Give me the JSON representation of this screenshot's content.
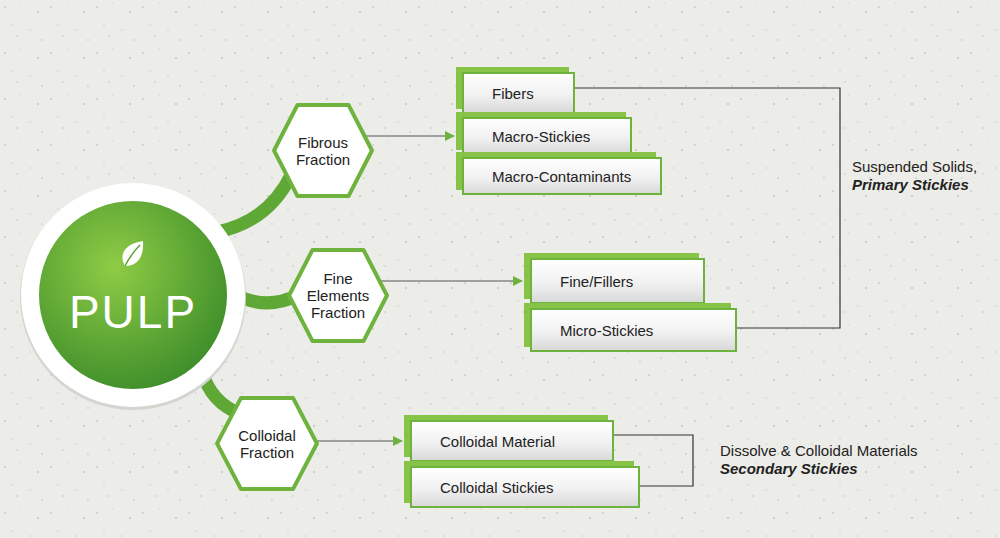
{
  "diagram": {
    "nodes": [
      {
        "text": [
          "PULP"
        ]
      },
      {
        "text": [
          "Fibrous Fraction"
        ]
      },
      {
        "text": [
          "Fibers"
        ]
      },
      {
        "text": [
          "Macro-Stickies"
        ]
      },
      {
        "text": [
          "Macro-Contaminants"
        ]
      },
      {
        "text": [
          "Fine Elements Fraction"
        ]
      },
      {
        "text": [
          "Fine/Fillers"
        ]
      },
      {
        "text": [
          "Micro-Stickies"
        ]
      },
      {
        "text": [
          "Colloidal Fraction"
        ]
      },
      {
        "text": [
          "Colloidal Material"
        ]
      },
      {
        "text": [
          "Colloidal Stickies"
        ]
      }
    ],
    "edges": [
      {
        "from": 0,
        "to": 1,
        "arrow": "none"
      },
      {
        "from": 0,
        "to": 5,
        "arrow": "none"
      },
      {
        "from": 0,
        "to": 8,
        "arrow": "none"
      },
      {
        "from": 1,
        "to": 3,
        "arrow": "to"
      },
      {
        "from": 5,
        "to": 6,
        "arrow": "to"
      },
      {
        "from": 8,
        "to": 9,
        "arrow": "to"
      }
    ],
    "labels": [
      "Suspended Solids,",
      "Primary Stickies",
      "Dissolve & Colloidal Materials",
      "Secondary Stickies"
    ]
  }
}
